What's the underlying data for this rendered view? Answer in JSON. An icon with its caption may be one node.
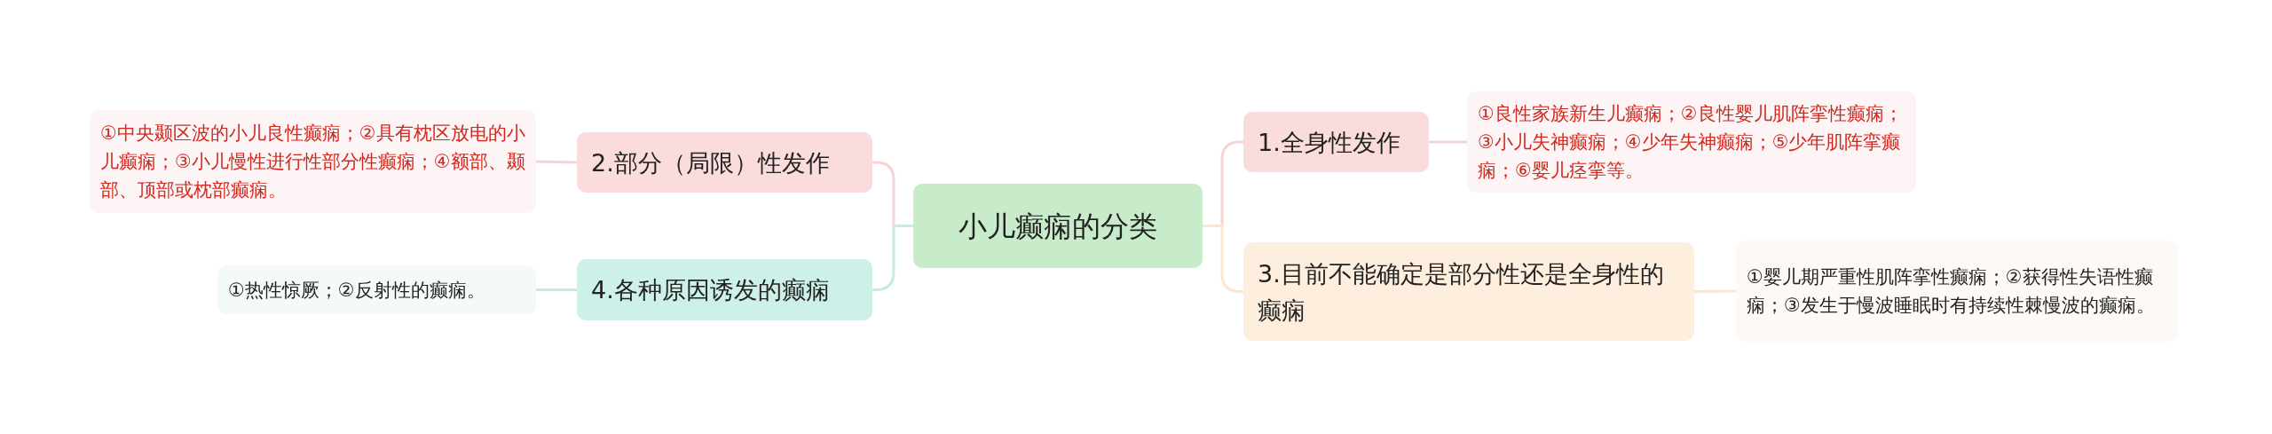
{
  "diagram": {
    "nodes": [
      {
        "text": [
          "小儿癫痫的分类"
        ]
      },
      {
        "text": [
          "1.全身性发作"
        ]
      },
      {
        "text": [
          "①良性家族新生儿癫痫；②良性婴儿肌阵挛性癫痫；③小儿失神癫痫；④少年失神癫痫；⑤少年肌阵挛癫痫；⑥婴儿痉挛等。"
        ]
      },
      {
        "text": [
          "2.部分（局限）性发作"
        ]
      },
      {
        "text": [
          "①中央颞区波的小儿良性癫痫；②具有枕区放电的小儿癫痫；③小儿慢性进行性部分性癫痫；④额部、颞部、顶部或枕部癫痫。"
        ]
      },
      {
        "text": [
          "3.目前不能确定是部分性还是全身性的癫痫"
        ]
      },
      {
        "text": [
          "①婴儿期严重性肌阵挛性癫痫；②获得性失语性癫痫；③发生于慢波睡眠时有持续性棘慢波的癫痫。"
        ]
      },
      {
        "text": [
          "4.各种原因诱发的癫痫"
        ]
      },
      {
        "text": [
          "①热性惊厥；②反射性的癫痫。"
        ]
      }
    ],
    "edges": [
      {
        "from": 0,
        "to": 1,
        "arrow": "none",
        "color": "#f7d3d3"
      },
      {
        "from": 1,
        "to": 2,
        "arrow": "none",
        "color": "#f7d3d3"
      },
      {
        "from": 0,
        "to": 3,
        "arrow": "none",
        "color": "#f7d3d3"
      },
      {
        "from": 3,
        "to": 4,
        "arrow": "none",
        "color": "#f7d3d3"
      },
      {
        "from": 0,
        "to": 5,
        "arrow": "none",
        "color": "#fde6cc"
      },
      {
        "from": 5,
        "to": 6,
        "arrow": "none",
        "color": "#fde6cc"
      },
      {
        "from": 0,
        "to": 7,
        "arrow": "none",
        "color": "#c3ece2"
      },
      {
        "from": 7,
        "to": 8,
        "arrow": "none",
        "color": "#c3ece2"
      }
    ]
  }
}
